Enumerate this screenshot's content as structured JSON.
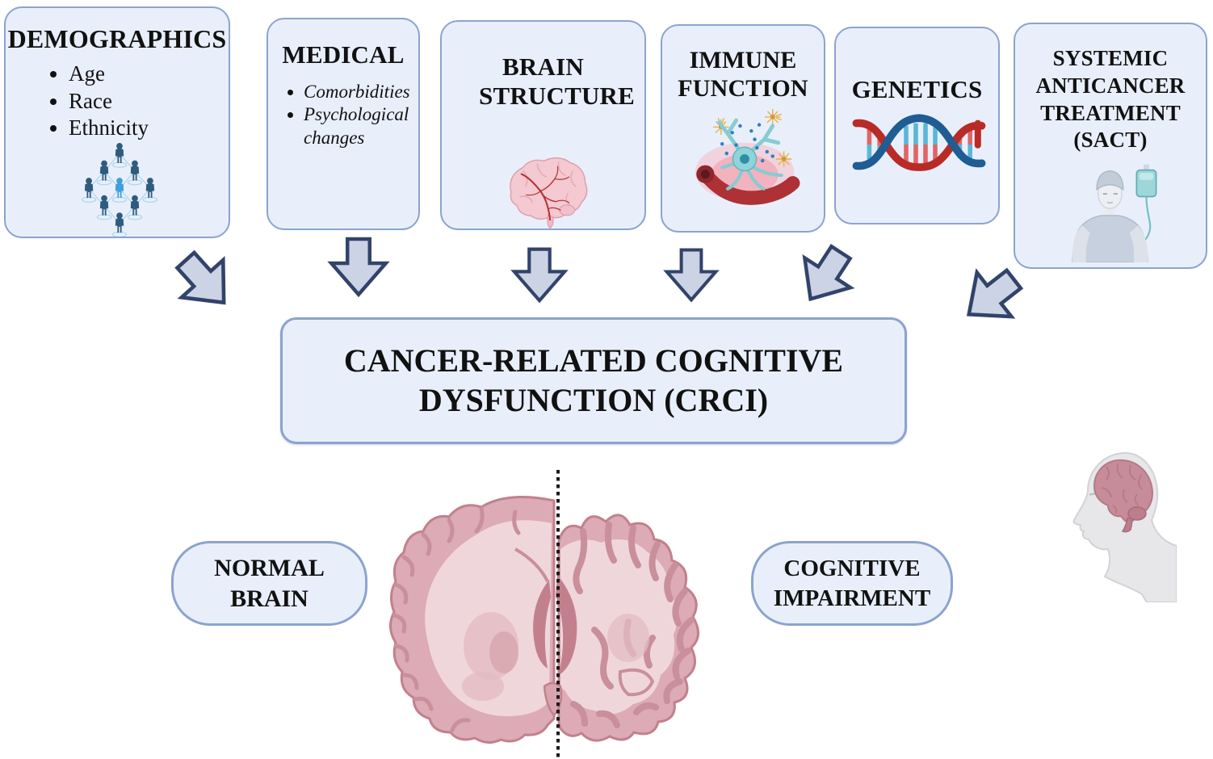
{
  "factor_boxes": [
    {
      "title": "DEMOGRAPHICS",
      "bullets": [
        "Age",
        "Race",
        "Ethnicity"
      ],
      "icon": "population-network-icon"
    },
    {
      "title": "MEDICAL",
      "bullets": [
        "Comorbidities",
        "Psychological changes"
      ],
      "icon": "none"
    },
    {
      "title": "BRAIN STRUCTURE",
      "bullets": [],
      "icon": "brain-side-icon"
    },
    {
      "title": "IMMUNE FUNCTION",
      "bullets": [],
      "icon": "neuron-immune-cells-icon"
    },
    {
      "title": "GENETICS",
      "bullets": [],
      "icon": "dna-helix-icon"
    },
    {
      "title": "SYSTEMIC ANTICANCER TREATMENT (SACT)",
      "bullets": [],
      "icon": "chemotherapy-patient-icon"
    }
  ],
  "central_box": {
    "label": "CANCER-RELATED COGNITIVE DYSFUNCTION (CRCI)"
  },
  "outcome_pills": {
    "left": "NORMAL BRAIN",
    "right": "COGNITIVE IMPAIRMENT"
  },
  "illustrations": {
    "bottom_center": "coronal-brain-section-normal-left-atrophied-right",
    "bottom_right": "head-profile-with-brain-icon"
  },
  "colors": {
    "box_fill": "#e9effa",
    "box_border": "#8ba3cf",
    "arrow_fill": "#ccd3e4",
    "arrow_border": "#32436b",
    "text": "#111111",
    "brain_pink": "#dcabb5",
    "brain_light": "#efd6da",
    "dna_red": "#b92b27",
    "dna_blue": "#1f5d92",
    "neuron_teal": "#86ccd2",
    "vessel_red": "#ad3135",
    "people_dark_blue": "#2d5c80",
    "people_light_blue": "#3fa0dc"
  }
}
